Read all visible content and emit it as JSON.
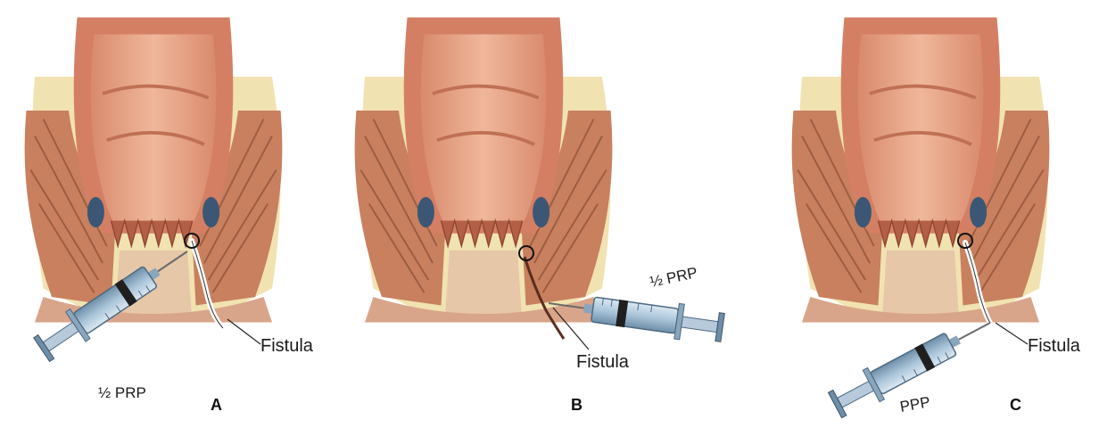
{
  "panels": [
    {
      "id": "A",
      "letter": "A",
      "syringe_label": "½ PRP",
      "fistula_label": "Fistula"
    },
    {
      "id": "B",
      "letter": "B",
      "syringe_label": "½ PRP",
      "fistula_label": "Fistula"
    },
    {
      "id": "C",
      "letter": "C",
      "syringe_label": "PPP",
      "fistula_label": "Fistula"
    }
  ],
  "colors": {
    "rectum_wall": "#e8a98c",
    "rectum_inner": "#d98a6d",
    "muscle": "#c8805f",
    "fat": "#efe0a8",
    "fistula_tract": "#ffffff",
    "syringe_barrel": "#a9c4d9",
    "syringe_plunger": "#1f1f1f"
  }
}
